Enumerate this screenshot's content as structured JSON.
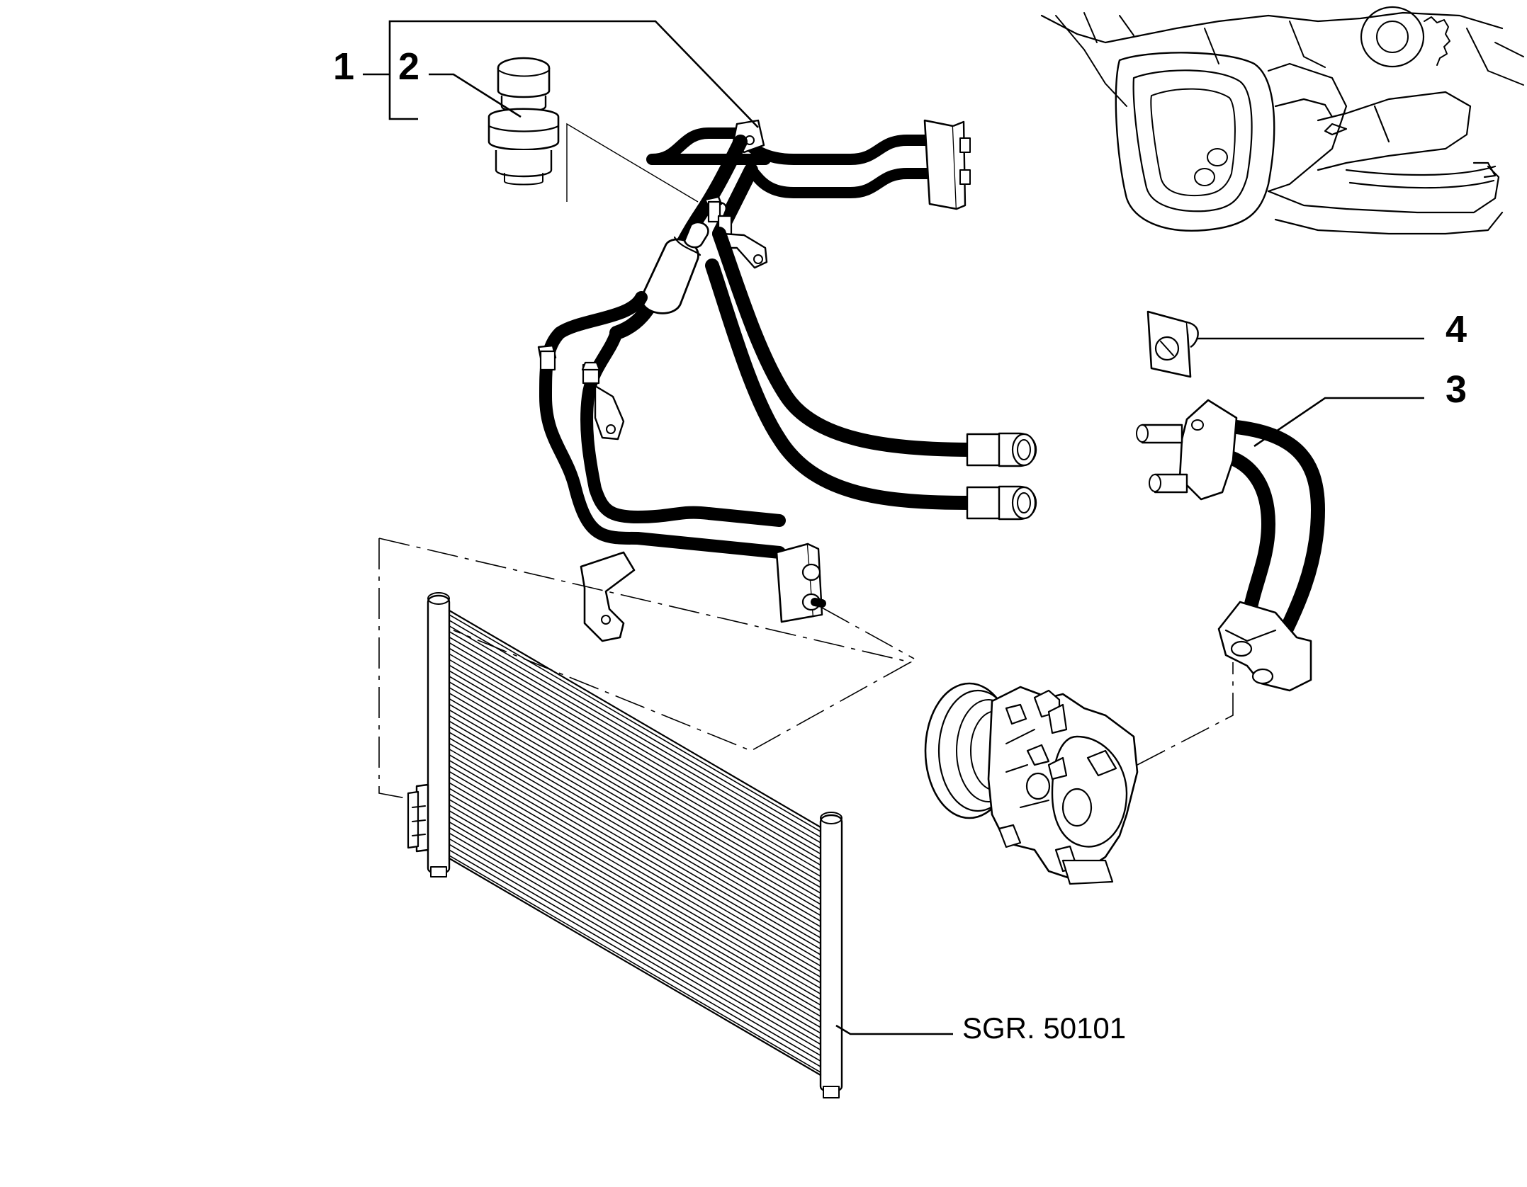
{
  "labels": {
    "item1": "1",
    "item2": "2",
    "item3": "3",
    "item4": "4"
  },
  "reference": "SGR. 50101"
}
